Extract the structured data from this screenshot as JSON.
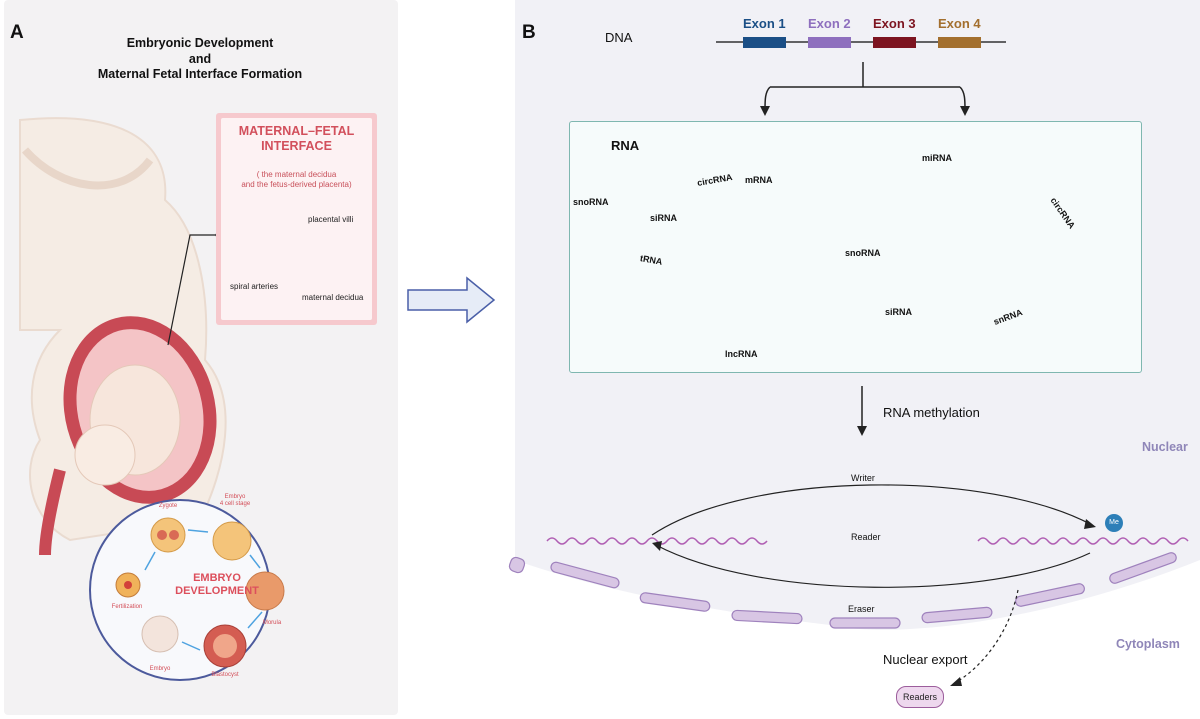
{
  "panel_a": {
    "label": "A",
    "title_line1": "Embryonic Development",
    "title_line2": "and",
    "title_line3": "Maternal Fetal Interface Formation",
    "interface_title_line1": "MATERNAL–FETAL",
    "interface_title_line2": "INTERFACE",
    "interface_sub_line1": "( the maternal decidua",
    "interface_sub_line2": "and the fetus-derived placenta)",
    "placental_villi": "placental villi",
    "spiral_arteries": "spiral arteries",
    "maternal_decidua": "maternal decidua",
    "dev_title_line1": "EMBRYO",
    "dev_title_line2": "DEVELOPMENT",
    "stages": {
      "zygote": "Zygote",
      "embryo4_line1": "Embryo",
      "embryo4_line2": "4 cell stage",
      "morula": "Morula",
      "blastocyst": "Blastocyst",
      "embryo": "Embryo",
      "fertilization": "Fertilization"
    }
  },
  "panel_b": {
    "label": "B",
    "dna": "DNA",
    "exons": [
      "Exon 1",
      "Exon 2",
      "Exon 3",
      "Exon 4"
    ],
    "rna_title": "RNA",
    "rna_labels": {
      "snoRNA_left": "snoRNA",
      "siRNA_left": "siRNA",
      "circRNA_left": "circRNA",
      "mRNA": "mRNA",
      "miRNA": "miRNA",
      "circRNA_right": "circRNA",
      "tRNA": "tRNA",
      "lncRNA": "lncRNA",
      "snoRNA_mid": "snoRNA",
      "siRNA_mid": "siRNA",
      "snRNA": "snRNA"
    },
    "methylation": "RNA methylation",
    "nuclear": "Nuclear",
    "cytoplasm": "Cytoplasm",
    "writer": "Writer",
    "reader": "Reader",
    "eraser": "Eraser",
    "me": "Me",
    "nuclear_export": "Nuclear export",
    "readers": "Readers"
  },
  "colors": {
    "exon1": "#1b4f86",
    "exon2": "#8e6fbe",
    "exon3": "#7d1420",
    "exon4": "#a36f2e",
    "rna_blue": "#3a8dbf",
    "interface_red": "#d2505c",
    "membrane": "#c9b2d8",
    "wave": "#b05fb3"
  }
}
